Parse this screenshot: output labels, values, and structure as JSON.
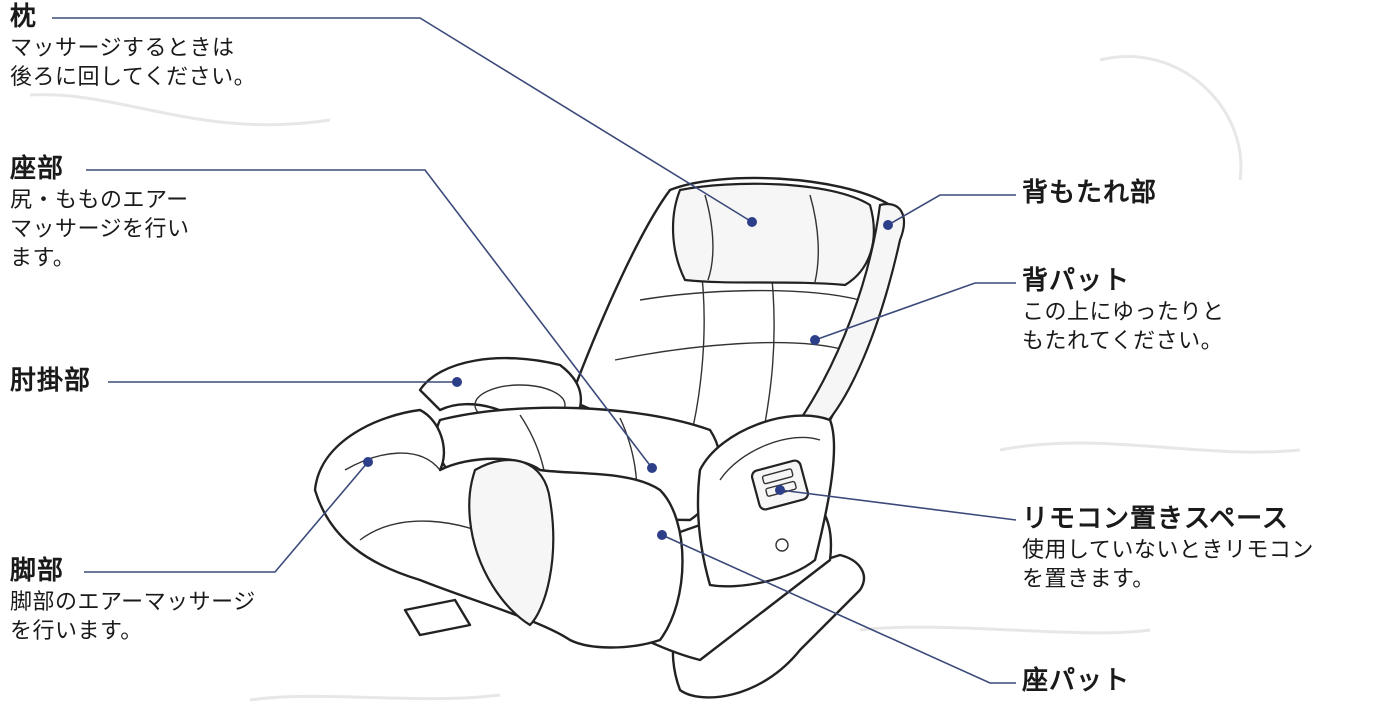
{
  "labels": {
    "pillow": {
      "title": "枕",
      "desc": "マッサージするときは\n後ろに回してください。"
    },
    "seat": {
      "title": "座部",
      "desc": "尻・もものエアー\nマッサージを行い\nます。"
    },
    "armrest": {
      "title": "肘掛部"
    },
    "leg": {
      "title": "脚部",
      "desc": "脚部のエアーマッサージ\nを行います。"
    },
    "backrest": {
      "title": "背もたれ部"
    },
    "back_pad": {
      "title": "背パット",
      "desc": "この上にゆったりと\nもたれてください。"
    },
    "remote_space": {
      "title": "リモコン置きスペース",
      "desc": "使用していないときリモコン\nを置きます。"
    },
    "seat_pad": {
      "title": "座パット"
    }
  },
  "colors": {
    "leader": "#3b4a7a",
    "dot": "#2e3f8a"
  }
}
